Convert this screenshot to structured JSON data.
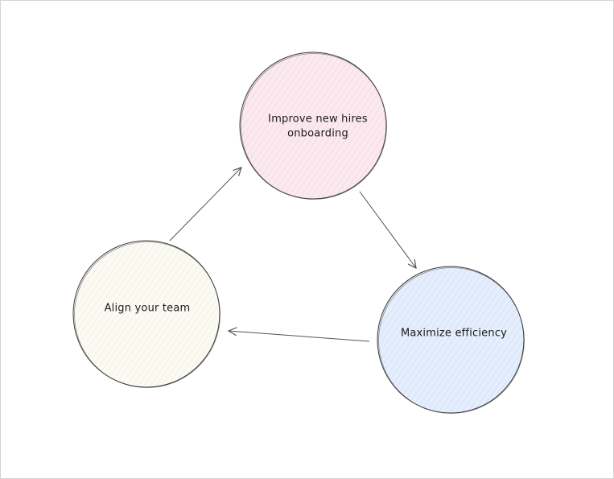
{
  "diagram": {
    "nodes": [
      {
        "id": "improve",
        "lines": [
          "Improve new hires",
          "onboarding"
        ],
        "fill": "#fbe9f0",
        "hatch": "#f3c9d8",
        "stroke": "#3a3a3a"
      },
      {
        "id": "efficiency",
        "lines": [
          "Maximize efficiency"
        ],
        "fill": "#e5eefc",
        "hatch": "#c5d6f6",
        "stroke": "#3a3a3a"
      },
      {
        "id": "align",
        "lines": [
          "Align your team"
        ],
        "fill": "#fbfaf3",
        "hatch": "#ece9da",
        "stroke": "#3a3a3a"
      }
    ],
    "edges": [
      {
        "from": "align",
        "to": "improve"
      },
      {
        "from": "improve",
        "to": "efficiency"
      },
      {
        "from": "efficiency",
        "to": "align"
      }
    ],
    "edge_color": "#555555"
  }
}
